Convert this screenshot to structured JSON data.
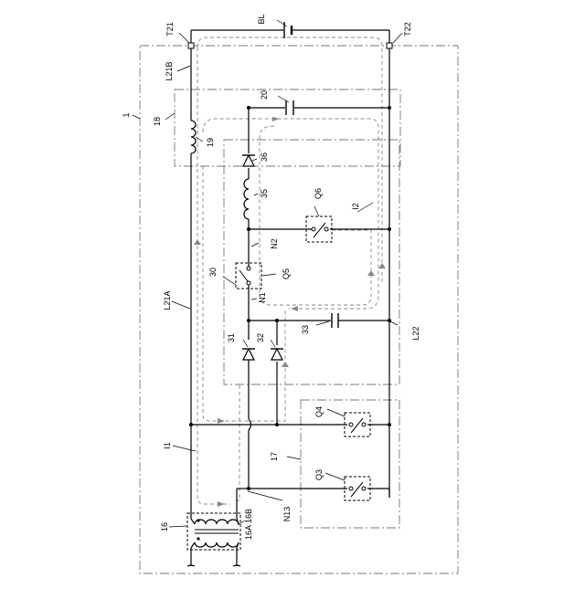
{
  "labels": {
    "t21": "T21",
    "t22": "T22",
    "bl": "BL",
    "l21b": "L21B",
    "ref1": "1",
    "ref18": "18",
    "ref19": "19",
    "ref20": "20",
    "ref36": "36",
    "ref35": "35",
    "q6": "Q6",
    "i2": "I2",
    "n2": "N2",
    "ref30": "30",
    "q5": "Q5",
    "l21a": "L21A",
    "n1": "N1",
    "ref31": "31",
    "ref32": "32",
    "ref33": "33",
    "l22": "L22",
    "q4": "Q4",
    "i1": "I1",
    "ref17": "17",
    "q3": "Q3",
    "n13": "N13",
    "ref16": "16",
    "ref16a16b": "16A 16B"
  }
}
